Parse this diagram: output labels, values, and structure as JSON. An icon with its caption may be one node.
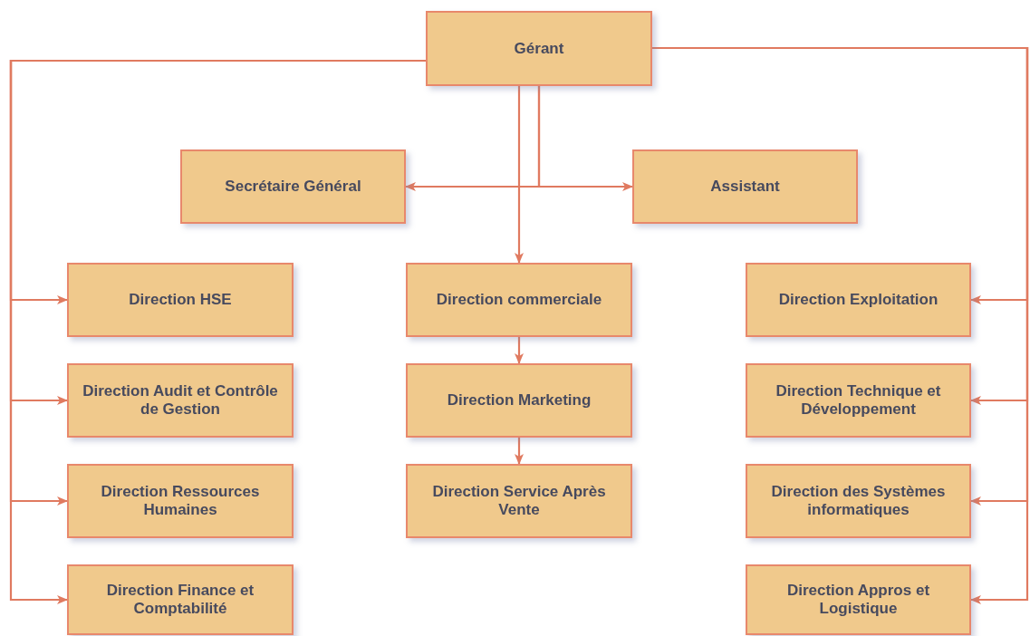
{
  "diagram": {
    "nodes": [
      {
        "text": [
          "Gérant"
        ]
      },
      {
        "text": [
          "Secrétaire Général"
        ]
      },
      {
        "text": [
          "Assistant"
        ]
      },
      {
        "text": [
          "Direction HSE"
        ]
      },
      {
        "text": [
          "Direction commerciale"
        ]
      },
      {
        "text": [
          "Direction Exploitation"
        ]
      },
      {
        "text": [
          "Direction Audit et Contrôle de Gestion"
        ]
      },
      {
        "text": [
          "Direction Marketing"
        ]
      },
      {
        "text": [
          "Direction Technique et Développement"
        ]
      },
      {
        "text": [
          "Direction Ressources Humaines"
        ]
      },
      {
        "text": [
          "Direction Service Après Vente"
        ]
      },
      {
        "text": [
          "Direction des Systèmes informatiques"
        ]
      },
      {
        "text": [
          "Direction Finance et Comptabilité"
        ]
      },
      {
        "text": [
          "Direction Appros et Logistique"
        ]
      }
    ],
    "edges": [
      {
        "from": 0,
        "to": 1,
        "arrow": "to"
      },
      {
        "from": 0,
        "to": 2,
        "arrow": "to"
      },
      {
        "from": 0,
        "to": 4,
        "arrow": "to"
      },
      {
        "from": 0,
        "to": 3,
        "arrow": "to"
      },
      {
        "from": 0,
        "to": 6,
        "arrow": "to"
      },
      {
        "from": 0,
        "to": 9,
        "arrow": "to"
      },
      {
        "from": 0,
        "to": 12,
        "arrow": "to"
      },
      {
        "from": 0,
        "to": 5,
        "arrow": "to"
      },
      {
        "from": 0,
        "to": 8,
        "arrow": "to"
      },
      {
        "from": 0,
        "to": 11,
        "arrow": "to"
      },
      {
        "from": 0,
        "to": 13,
        "arrow": "to"
      },
      {
        "from": 4,
        "to": 7,
        "arrow": "to"
      },
      {
        "from": 7,
        "to": 10,
        "arrow": "to"
      }
    ]
  }
}
